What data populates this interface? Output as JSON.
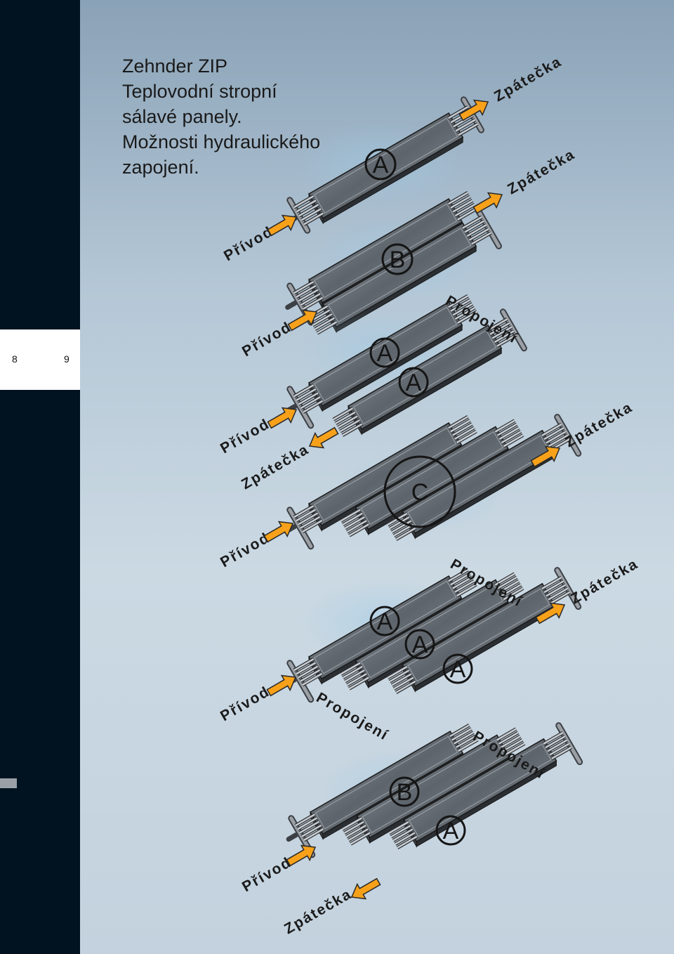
{
  "page": {
    "title_lines": [
      "Zehnder ZIP",
      "Teplovodní stropní",
      "sálavé panely.",
      "Možnosti hydraulického",
      "zapojení."
    ],
    "page_numbers": [
      "8",
      "9"
    ]
  },
  "labels": {
    "privod": "Přívod",
    "zpatecka": "Zpátečka",
    "propojeni": "Propojení"
  },
  "groups": [
    {
      "id": "g1",
      "panels": [
        "A"
      ],
      "connections": [
        "Přívod",
        "Zpátečka"
      ]
    },
    {
      "id": "g2",
      "panels": [
        "B"
      ],
      "connections": [
        "Přívod",
        "Zpátečka"
      ]
    },
    {
      "id": "g3",
      "panels": [
        "A",
        "A"
      ],
      "connections": [
        "Přívod",
        "Zpátečka",
        "Propojení"
      ]
    },
    {
      "id": "g4",
      "panels": [
        "C"
      ],
      "connections": [
        "Přívod",
        "Zpátečka"
      ]
    },
    {
      "id": "g5",
      "panels": [
        "A",
        "A",
        "A"
      ],
      "connections": [
        "Přívod",
        "Zpátečka",
        "Propojení",
        "Propojení"
      ]
    },
    {
      "id": "g6",
      "panels": [
        "B",
        "A"
      ],
      "connections": [
        "Přívod",
        "Zpátečka",
        "Propojení"
      ]
    }
  ],
  "colors": {
    "arrow": "#f7a11a",
    "arrow_outline": "#2a2a2a",
    "background_dark": "#011320"
  }
}
